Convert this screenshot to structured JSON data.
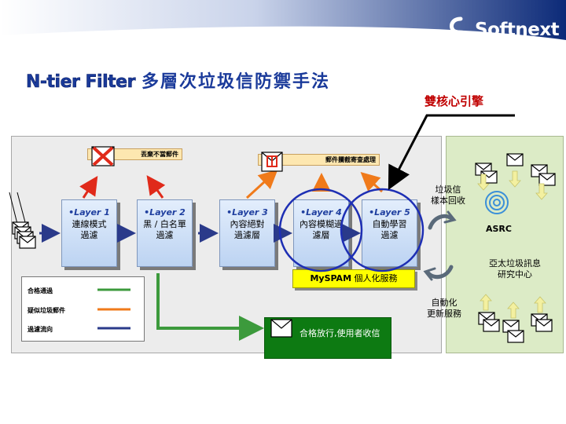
{
  "brand": {
    "logo_text": "Softnext"
  },
  "title": {
    "en": "N-tier Filter",
    "zh": "多層次垃圾信防禦手法"
  },
  "dual_core": "雙核心引擎",
  "notes": {
    "discard": "丟棄不當郵件",
    "quarantine": "郵件攔截寄查處理"
  },
  "layers": [
    {
      "name": "•Layer 1",
      "desc": [
        "連線模式",
        "過濾"
      ]
    },
    {
      "name": "•Layer 2",
      "desc": [
        "黑 / 白名單",
        "過濾"
      ]
    },
    {
      "name": "•Layer 3",
      "desc": [
        "內容絕對",
        "過濾層"
      ]
    },
    {
      "name": "•Layer 4",
      "desc": [
        "內容模糊過",
        "濾層"
      ]
    },
    {
      "name": "•Layer 5",
      "desc": [
        "自動學習",
        "過濾"
      ]
    }
  ],
  "myspam": {
    "brand": "MySPAM",
    "text": " 個人化服務"
  },
  "pass_label": "合格放行,使用者收信",
  "legend": [
    {
      "label": "合格通過",
      "color": "#3c9a3c"
    },
    {
      "label": "疑似垃圾郵件",
      "color": "#f07a1a"
    },
    {
      "label": "過濾流向",
      "color": "#2a3a8a"
    }
  ],
  "side": {
    "sample_return": [
      "垃圾信",
      "樣本回收"
    ],
    "auto_update": [
      "自動化",
      "更新服務"
    ],
    "asrc": "ASRC",
    "research_center": [
      "亞太垃圾訊息",
      "研究中心"
    ]
  },
  "colors": {
    "flow": "#2a3a8a",
    "pass": "#3c9a3c",
    "suspect": "#f07a1a",
    "reject": "#e02a1a"
  }
}
